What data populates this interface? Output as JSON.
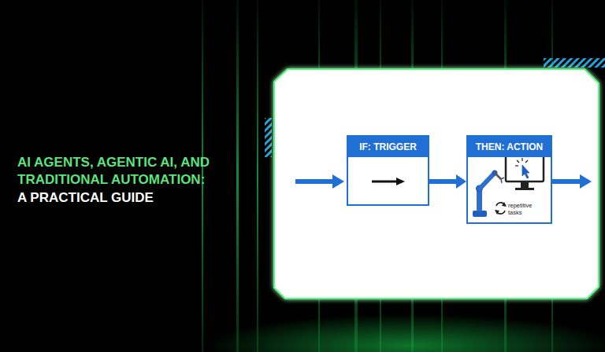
{
  "diagram": {
    "title": "AI AGENTS, AGENTIC AI, AND TRADITIONAL AUTOMATION:",
    "nodes": [
      {
        "text": [
          "IF: TRIGGER"
        ]
      },
      {
        "text": [
          "THEN: ACTION",
          "repetitive tasks"
        ]
      }
    ],
    "edges": [
      {
        "from": 0,
        "to": 1,
        "arrow": "to"
      }
    ],
    "labels": [
      "A PRACTICAL GUIDE"
    ]
  }
}
